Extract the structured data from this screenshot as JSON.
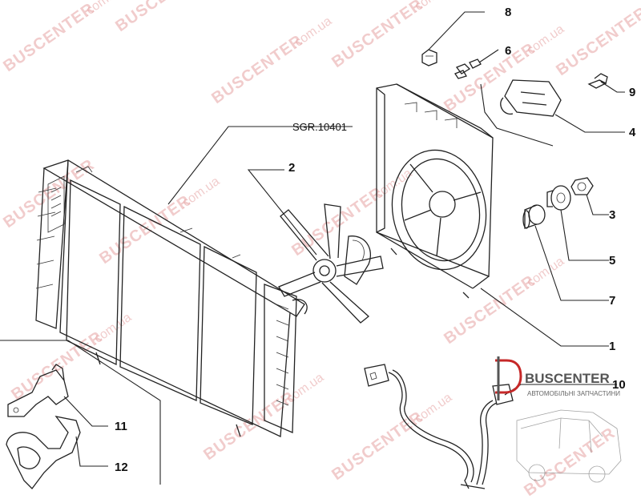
{
  "reference_label": "SGR.10401",
  "callouts": [
    "1",
    "2",
    "3",
    "4",
    "5",
    "6",
    "7",
    "8",
    "9",
    "10",
    "11",
    "12"
  ],
  "watermark": {
    "brand": "BUSCENTER",
    "domain": ".com.ua"
  },
  "logo": {
    "name": "BUSCENTER",
    "subtitle": "АВТОМОБІЛЬНІ ЗАПЧАСТИНИ",
    "accent_color": "#c62828"
  }
}
